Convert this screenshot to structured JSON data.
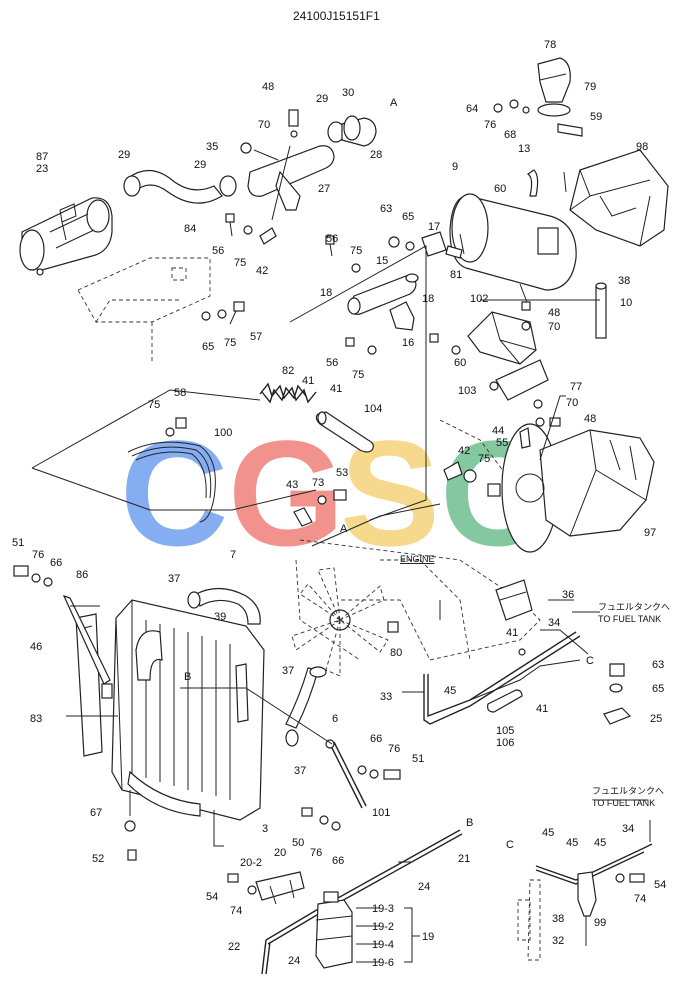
{
  "drawing_number": "24100J15151F1",
  "watermark": {
    "letters": [
      "C",
      "G",
      "S",
      "C"
    ],
    "colors": [
      "#6f9ff0",
      "#f07f78",
      "#f5d37a",
      "#6fbf8f"
    ]
  },
  "callouts": {
    "A": "A",
    "B": "B",
    "C": "C"
  },
  "engine_note": "ENGINE",
  "fuel_tank_jp": "フュエルタンクへ",
  "fuel_tank_en": "TO FUEL TANK",
  "part_labels": [
    "78",
    "79",
    "64",
    "76",
    "68",
    "59",
    "48",
    "70",
    "35",
    "29",
    "30",
    "28",
    "27",
    "87",
    "23",
    "29",
    "29",
    "84",
    "56",
    "75",
    "42",
    "9",
    "13",
    "60",
    "98",
    "63",
    "65",
    "17",
    "56",
    "75",
    "15",
    "18",
    "18",
    "81",
    "16",
    "56",
    "75",
    "65",
    "75",
    "57",
    "48",
    "70",
    "102",
    "38",
    "10",
    "82",
    "41",
    "41",
    "104",
    "58",
    "75",
    "100",
    "60",
    "103",
    "77",
    "70",
    "48",
    "44",
    "42",
    "75",
    "55",
    "43",
    "73",
    "53",
    "97",
    "51",
    "76",
    "66",
    "86",
    "7",
    "37",
    "39",
    "46",
    "83",
    "36",
    "41",
    "34",
    "63",
    "65",
    "25",
    "80",
    "37",
    "6",
    "33",
    "45",
    "41",
    "105",
    "106",
    "37",
    "66",
    "76",
    "51",
    "101",
    "67",
    "3",
    "52",
    "50",
    "76",
    "66",
    "21",
    "20-2",
    "20",
    "54",
    "74",
    "24",
    "19-3",
    "19-2",
    "19-4",
    "19",
    "19-6",
    "22",
    "24",
    "45",
    "45",
    "34",
    "45",
    "54",
    "74",
    "38",
    "99",
    "32"
  ]
}
